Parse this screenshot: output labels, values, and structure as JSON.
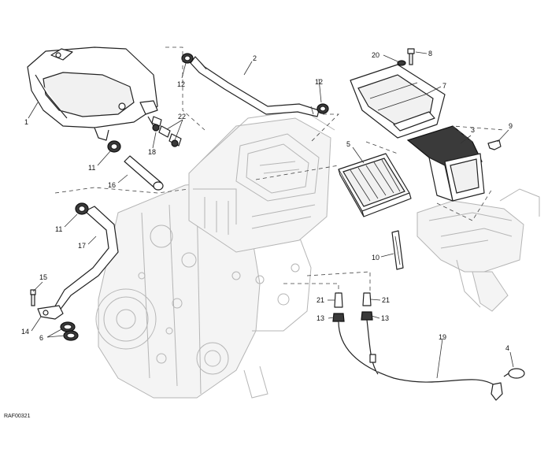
{
  "diagram": {
    "reference_code": "RAF00321",
    "callouts": [
      {
        "id": "c1",
        "text": "1"
      },
      {
        "id": "c2",
        "text": "2"
      },
      {
        "id": "c3",
        "text": "3"
      },
      {
        "id": "c4",
        "text": "4"
      },
      {
        "id": "c5",
        "text": "5"
      },
      {
        "id": "c6",
        "text": "6"
      },
      {
        "id": "c7",
        "text": "7"
      },
      {
        "id": "c8",
        "text": "8"
      },
      {
        "id": "c9",
        "text": "9"
      },
      {
        "id": "c10",
        "text": "10"
      },
      {
        "id": "c11a",
        "text": "11"
      },
      {
        "id": "c11b",
        "text": "11"
      },
      {
        "id": "c12a",
        "text": "12"
      },
      {
        "id": "c12b",
        "text": "12"
      },
      {
        "id": "c13a",
        "text": "13"
      },
      {
        "id": "c13b",
        "text": "13"
      },
      {
        "id": "c14",
        "text": "14"
      },
      {
        "id": "c15",
        "text": "15"
      },
      {
        "id": "c16",
        "text": "16"
      },
      {
        "id": "c17",
        "text": "17"
      },
      {
        "id": "c18",
        "text": "18"
      },
      {
        "id": "c19",
        "text": "19"
      },
      {
        "id": "c20",
        "text": "20"
      },
      {
        "id": "c21a",
        "text": "21"
      },
      {
        "id": "c21b",
        "text": "21"
      },
      {
        "id": "c22",
        "text": "22"
      }
    ]
  }
}
